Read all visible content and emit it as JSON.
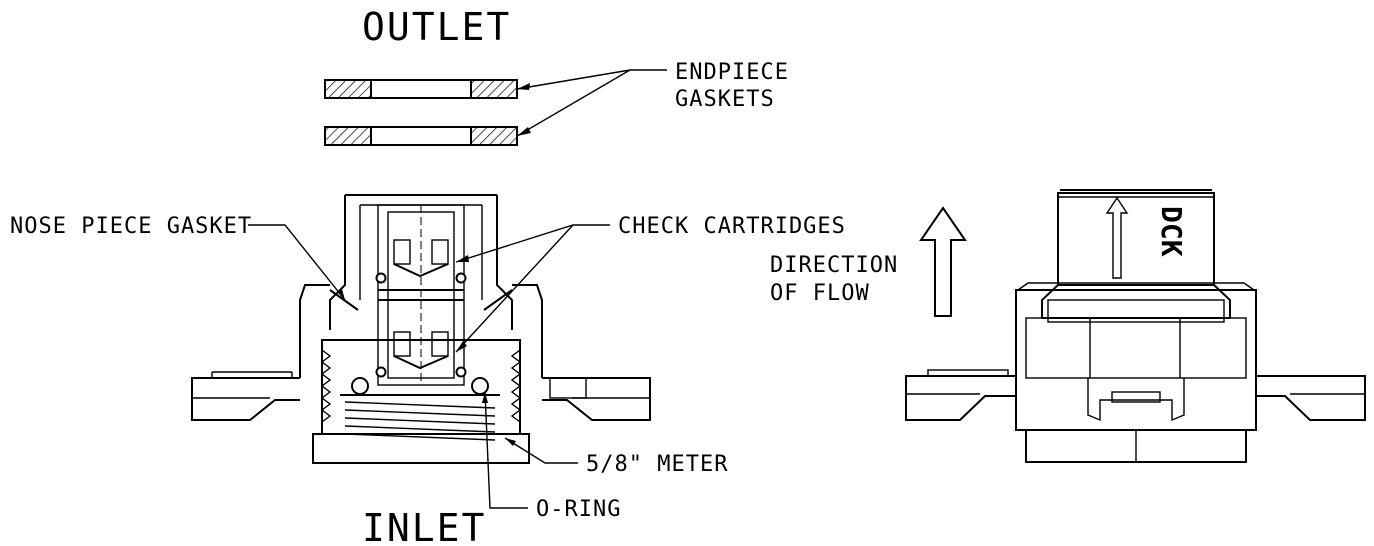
{
  "labels": {
    "outlet": "OUTLET",
    "inlet": "INLET",
    "endpiece_gaskets_line1": "ENDPIECE",
    "endpiece_gaskets_line2": "GASKETS",
    "nose_piece_gasket": "NOSE PIECE GASKET",
    "check_cartridges": "CHECK CARTRIDGES",
    "direction_line1": "DIRECTION",
    "direction_line2": "OF FLOW",
    "meter": "5/8\" METER",
    "o_ring": "O-RING",
    "cartridge_mark": "DCK"
  },
  "colors": {
    "line": "#000000",
    "background": "#ffffff"
  },
  "icons": {
    "flow_arrow": "up-arrow-icon"
  }
}
